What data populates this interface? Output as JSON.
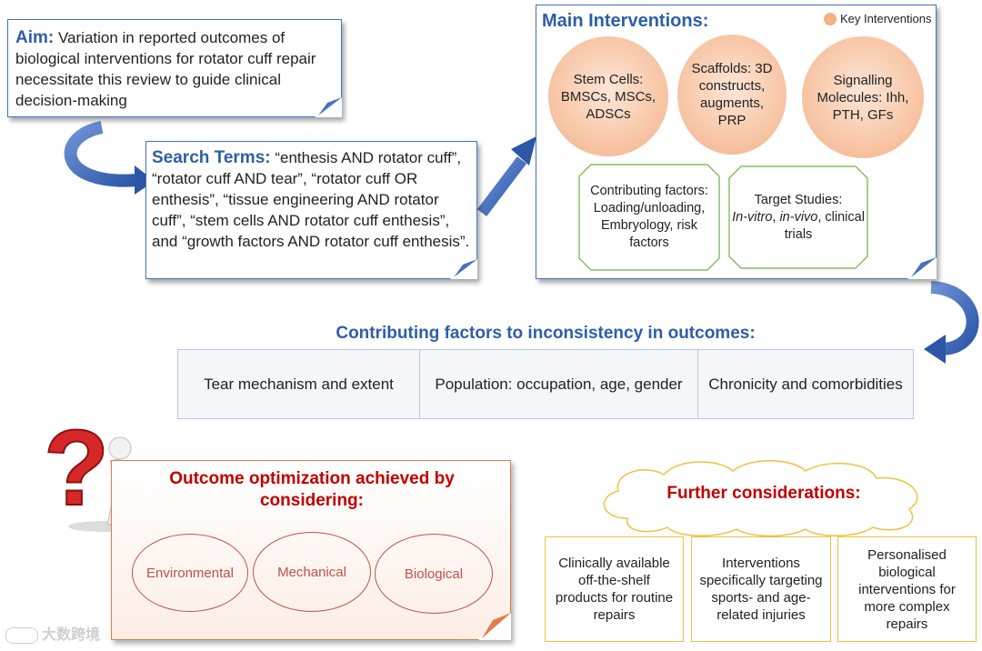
{
  "aim": {
    "label": "Aim:",
    "text": "Variation in reported outcomes of biological interventions for rotator cuff repair necessitate this review to guide clinical decision-making"
  },
  "search": {
    "label": "Search Terms:",
    "text": "“enthesis AND rotator cuff”, “rotator cuff AND tear”, “rotator cuff OR enthesis”, “tissue engineering AND rotator cuff”, “stem cells AND rotator cuff enthesis”, and “growth factors AND rotator cuff enthesis”."
  },
  "main": {
    "title": "Main Interventions:",
    "legend": "Key Interventions",
    "bubbles": [
      "Stem Cells: BMSCs, MSCs, ADSCs",
      "Scaffolds: 3D constructs, augments, PRP",
      "Signalling Molecules: Ihh, PTH, GFs"
    ],
    "contributing": "Contributing factors: Loading/unloading, Embryology, risk factors",
    "target": {
      "prefix": "Target Studies:",
      "invitro": "In-vitro",
      "sep": ",",
      "invivo": "in-vivo",
      "rest": ", clinical trials"
    }
  },
  "factors": {
    "title": "Contributing factors to inconsistency in outcomes:",
    "cells": [
      "Tear mechanism and extent",
      "Population: occupation, age, gender",
      "Chronicity and comorbidities"
    ]
  },
  "optimization": {
    "title": "Outcome optimization achieved by considering:",
    "items": [
      "Environmental",
      "Mechanical",
      "Biological"
    ]
  },
  "further": {
    "title": "Further considerations:",
    "items": [
      "Clinically available off-the-shelf products for routine repairs",
      "Interventions specifically targeting sports- and age-related injuries",
      "Personalised biological interventions for more complex repairs"
    ]
  },
  "watermark": "大数跨境",
  "colors": {
    "accent_blue": "#2e5ea8",
    "box_border": "#4472c4",
    "green_border": "#70ad47",
    "red": "#c00000",
    "yellow_border": "#f0c040",
    "peach": "#f4b183"
  }
}
